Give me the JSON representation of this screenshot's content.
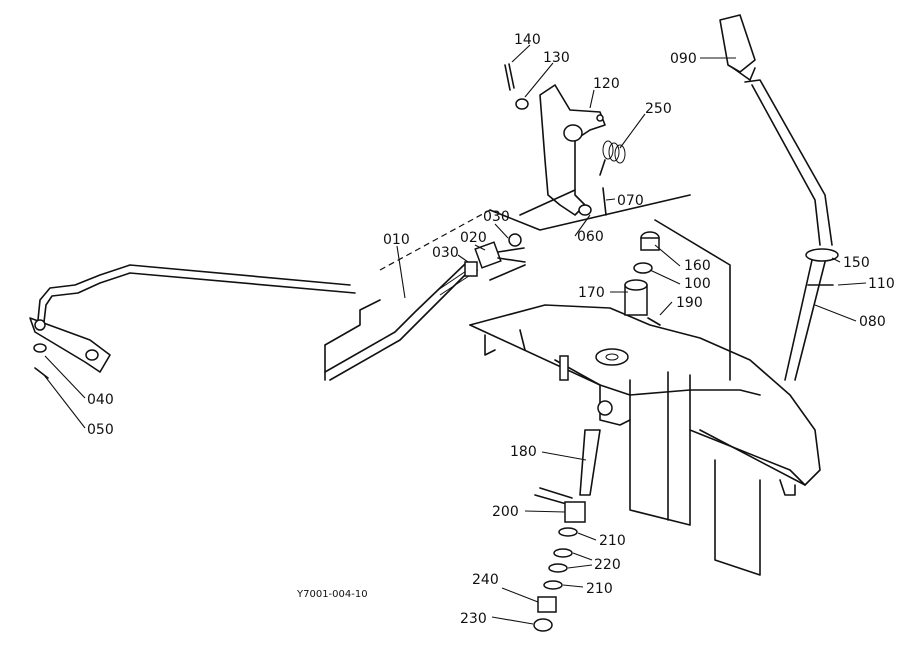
{
  "labels": {
    "p140": "140",
    "p130": "130",
    "p120": "120",
    "p090": "090",
    "p250": "250",
    "p070": "070",
    "p060": "060",
    "p010": "010",
    "p030a": "030",
    "p020": "020",
    "p030b": "030",
    "p160": "160",
    "p100": "100",
    "p150": "150",
    "p110": "110",
    "p170": "170",
    "p190": "190",
    "p080": "080",
    "p040": "040",
    "p050": "050",
    "p180": "180",
    "p200": "200",
    "p210a": "210",
    "p220": "220",
    "p210b": "210",
    "p240": "240",
    "p230": "230"
  },
  "figure_code": "Y7001-004-10"
}
